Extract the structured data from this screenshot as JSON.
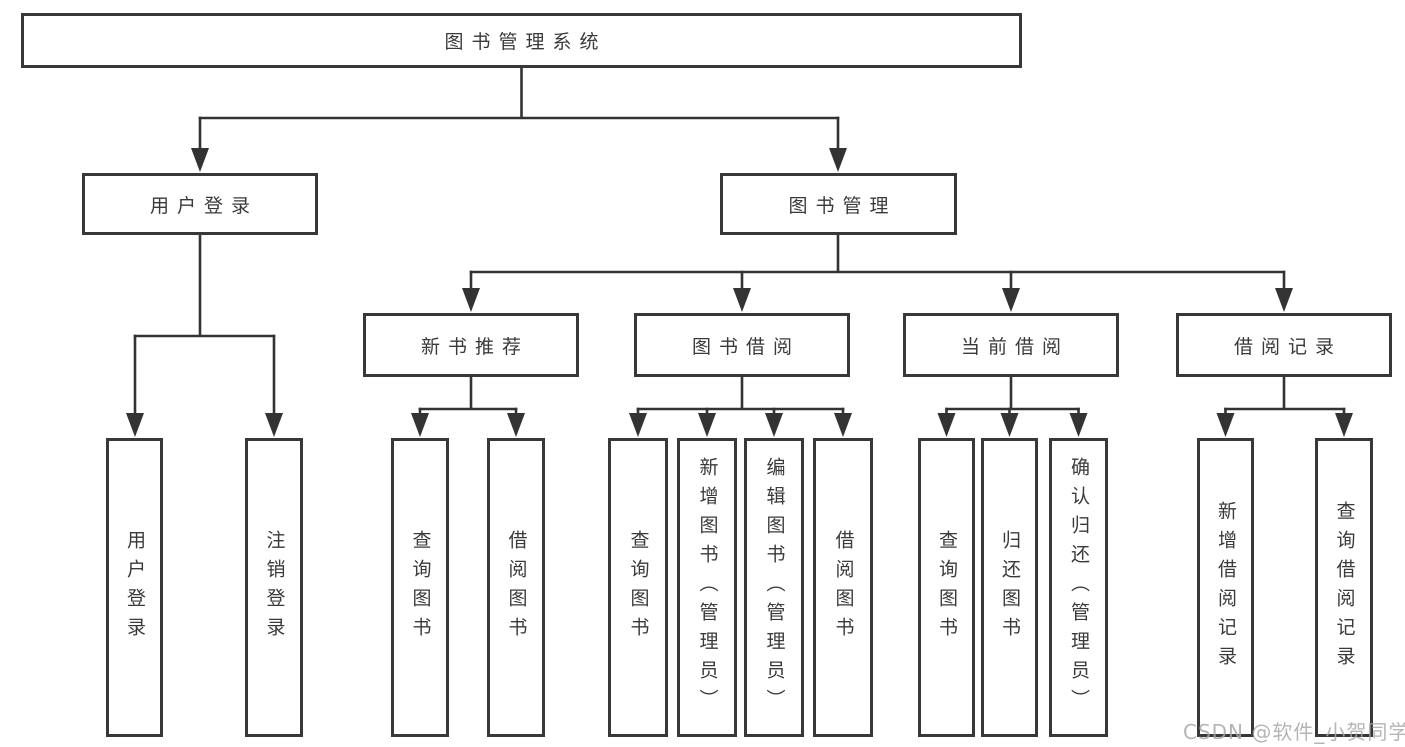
{
  "tree": {
    "root": "图书管理系统",
    "branches": [
      {
        "label": "用户登录",
        "children": [
          "用户登录",
          "注销登录"
        ]
      },
      {
        "label": "图书管理",
        "modules": [
          {
            "label": "新书推荐",
            "children": [
              "查询图书",
              "借阅图书"
            ]
          },
          {
            "label": "图书借阅",
            "children": [
              "查询图书",
              "新增图书（管理员）",
              "编辑图书（管理员）",
              "借阅图书"
            ]
          },
          {
            "label": "当前借阅",
            "children": [
              "查询图书",
              "归还图书",
              "确认归还（管理员）"
            ]
          },
          {
            "label": "借阅记录",
            "children": [
              "新增借阅记录",
              "查询借阅记录"
            ]
          }
        ]
      }
    ]
  },
  "watermark": "CSDN @软件_小贺同学",
  "colors": {
    "line": "#333333",
    "box_border": "#383838",
    "text": "#3a3a3a",
    "watermark": "#a8a8a8",
    "background": "#ffffff"
  }
}
